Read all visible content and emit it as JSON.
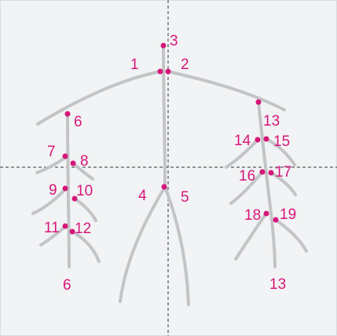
{
  "colors": {
    "panel_background": "#f2f3f4",
    "stroke": "#c2c4c6",
    "point": "#d6167a",
    "label": "#d6167a",
    "guide": "#555a5e"
  },
  "labels": {
    "p1": "1",
    "p2": "2",
    "p3": "3",
    "p4": "4",
    "p5": "5",
    "p6": "6",
    "p6b": "6",
    "p7": "7",
    "p8": "8",
    "p9": "9",
    "p10": "10",
    "p11": "11",
    "p12": "12",
    "p13": "13",
    "p13b": "13",
    "p14": "14",
    "p15": "15",
    "p16": "16",
    "p17": "17",
    "p18": "18",
    "p19": "19"
  }
}
